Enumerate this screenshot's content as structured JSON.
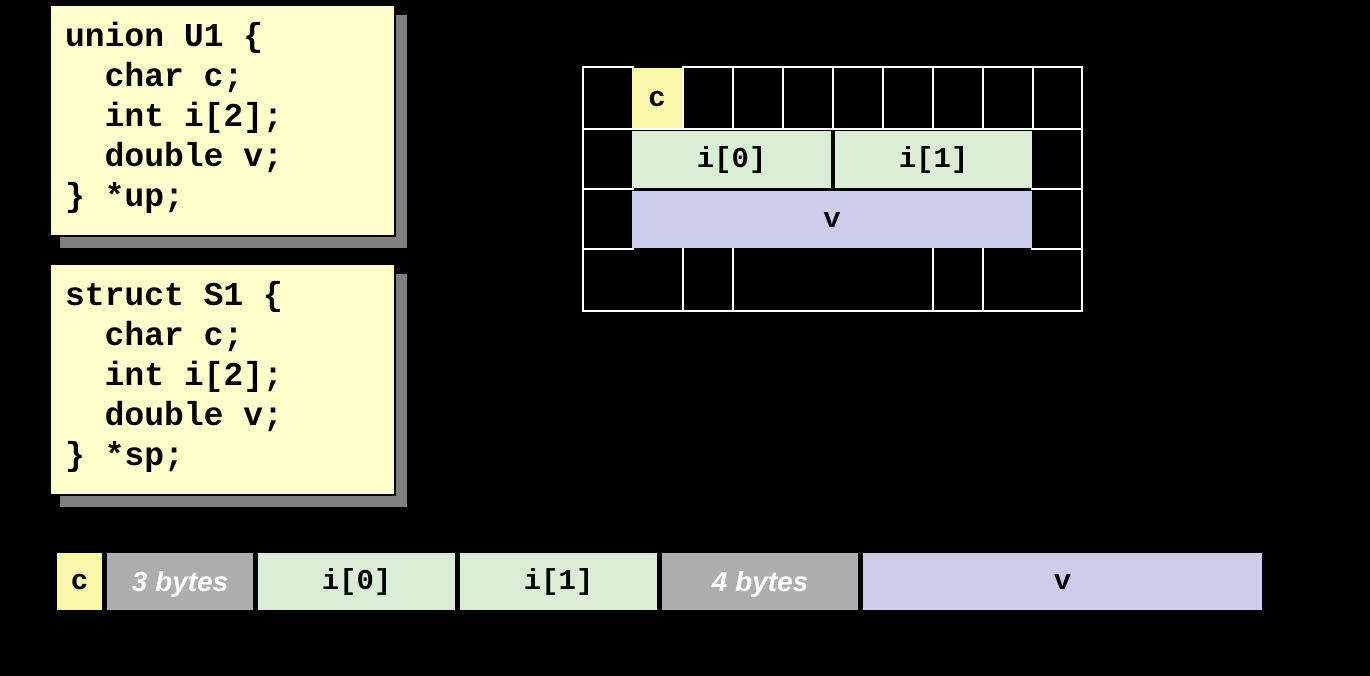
{
  "colors": {
    "background": "#000000",
    "code_box_fill": "#FFFFCC",
    "box_shadow": "#7F7F7F",
    "cell_yellow": "#FAF7AB",
    "cell_green": "#D9EDD4",
    "cell_purple": "#CBCCE9",
    "cell_gray": "#ADADAD",
    "grid_line": "#FFFFFF",
    "code_text": "#000000",
    "byte_label_text": "#FFFFFF"
  },
  "union_code": {
    "lines": [
      "union U1 {",
      "  char c;",
      "  int i[2];",
      "  double v;",
      "} *up;"
    ]
  },
  "struct_code": {
    "lines": [
      "struct S1 {",
      "  char c;",
      "  int i[2];",
      "  double v;",
      "} *sp;"
    ]
  },
  "union_diagram": {
    "cells": {
      "c": "c",
      "i0": "i[0]",
      "i1": "i[1]",
      "v": "v"
    }
  },
  "struct_layout": {
    "segments": [
      {
        "label": "c",
        "kind": "member"
      },
      {
        "label": "3 bytes",
        "kind": "padding"
      },
      {
        "label": "i[0]",
        "kind": "member"
      },
      {
        "label": "i[1]",
        "kind": "member"
      },
      {
        "label": "4 bytes",
        "kind": "padding"
      },
      {
        "label": "v",
        "kind": "member"
      }
    ]
  }
}
